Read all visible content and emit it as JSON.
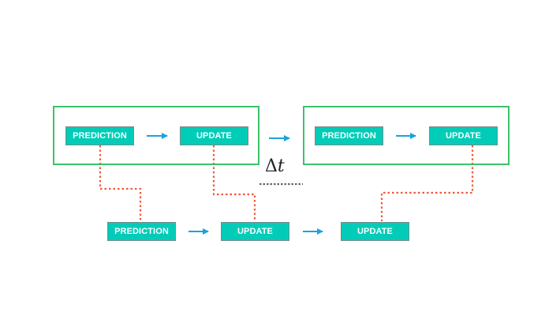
{
  "colors": {
    "node_fill": "#00ccb8",
    "node_border": "#7a8a8a",
    "group_border": "#3cc36a",
    "flow_arrow": "#1aa3e0",
    "link_dotted": "#f05a3c",
    "delta_dotted": "#666666"
  },
  "top_left_group": {
    "prediction": "PREDICTION",
    "update": "UPDATE"
  },
  "top_right_group": {
    "prediction": "PREDICTION",
    "update": "UPDATE"
  },
  "bottom_row": {
    "prediction": "PREDICTION",
    "update_1": "UPDATE",
    "update_2": "UPDATE"
  },
  "interval": {
    "symbol": "Δ",
    "variable": "t"
  }
}
